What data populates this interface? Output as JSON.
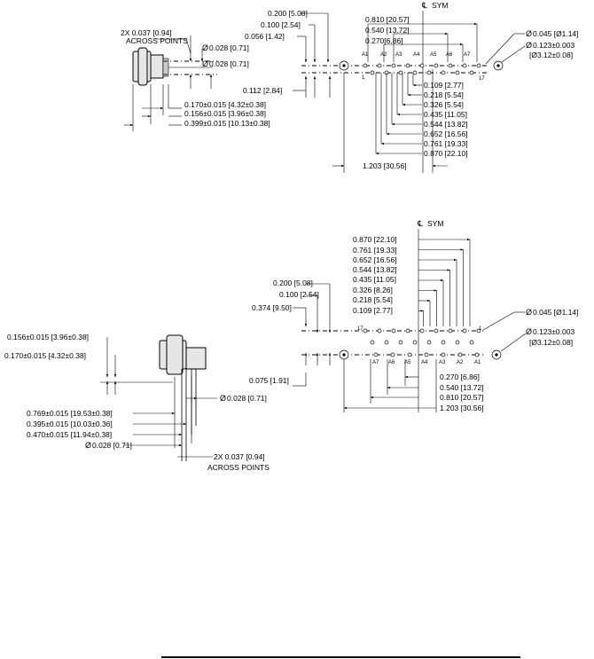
{
  "top_view": {
    "centerline": "SYM",
    "left_labels": {
      "across_points_1": "2X 0.037 [0.94]",
      "across_points_2": "ACROSS POINTS",
      "dia_a": "0.028 [0.71]",
      "dia_b": "0.028 [0.71]",
      "off_112": "0.112 [2.84]",
      "dim_170": "0.170±0.015 [4.32±0.38]",
      "dim_156": "0.156±0.015 [3.96±0.38]",
      "dim_399": "0.399±0.015 [10.13±0.38]"
    },
    "top_dims": [
      "0.200 [5.08]",
      "0.100 [2.54]",
      "0.056 [1.42]"
    ],
    "center_dims": [
      "0.810 [20.57]",
      "0.540 [13.72]",
      "0.270[6.86]"
    ],
    "pin_labels": [
      "A1",
      "A2",
      "A3",
      "A4",
      "A5",
      "A6",
      "A7"
    ],
    "pin_start": "1",
    "pin_end": "17",
    "hole_small": "0.045 [Ø1.14]",
    "hole_big_1": "0.123±0.003",
    "hole_big_2": "[Ø3.12±0.08]",
    "right_dims": [
      "0.109 [2.77]",
      "0.218 [5.54]",
      "0.326 [5.54]",
      "0.435 [11.05]",
      "0.544 [13.82]",
      "0.652 [16.56]",
      "0.761 [19.33]",
      "0.870 [22.10]"
    ],
    "overall": "1.203 [30.56]"
  },
  "bottom_view": {
    "centerline": "SYM",
    "top_dims": [
      "0.870 [22.10]",
      "0.761 [19.33]",
      "0.652 [16.56]",
      "0.544 [13.82]",
      "0.435 [11.05]",
      "0.326 [8.26]",
      "0.218 [5.54]",
      "0.109 [2.77]"
    ],
    "left_dims": [
      "0.200 [5.08]",
      "0.100 [2.54]",
      "0.374 [9.50]"
    ],
    "pin_labels": [
      "A7",
      "A6",
      "A5",
      "A4",
      "A3",
      "A2",
      "A1"
    ],
    "pin_start": "17",
    "pin_end": "1",
    "hole_small": "0.045 [Ø1.14]",
    "hole_big_1": "0.123±0.003",
    "hole_big_2": "[Ø3.12±0.08]",
    "off_075": "0.075 [1.91]",
    "lower_dims": [
      "0.270 [6.86]",
      "0.540 [13.72]",
      "0.810 [20.57]",
      "1.203 [30.56]"
    ],
    "left_labels": {
      "dim_156": "0.156±0.015 [3.96±0.38]",
      "dim_170": "0.170±0.015 [4.32±0.38]",
      "dia_a": "0.028 [0.71]",
      "dim_769": "0.769±0.015 [19.53±0.38]",
      "dim_395": "0.395±0.015 [10.03±0.36]",
      "dim_470": "0.470±0.015 [11.94±0.38]",
      "dia_b": "0.028 [0.71]",
      "across_points_1": "2X 0.037 [0.94]",
      "across_points_2": "ACROSS POINTS"
    }
  }
}
